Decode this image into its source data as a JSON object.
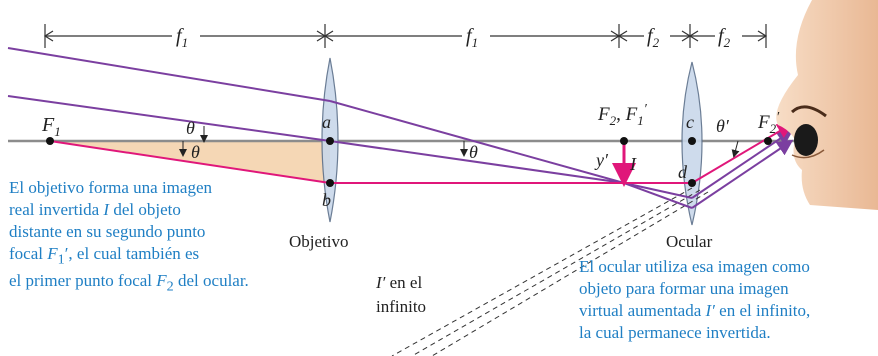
{
  "labels": {
    "f1_left": "f",
    "f1_left_sub": "1",
    "f1_mid": "f",
    "f1_mid_sub": "1",
    "f2_a": "f",
    "f2_a_sub": "2",
    "f2_b": "f",
    "f2_b_sub": "2",
    "F1": "F",
    "F1_sub": "1",
    "F2F1p": "F",
    "F2F1p_sub": "2",
    "F2F1p_sep": ", ",
    "F2F1p_second": "F",
    "F2F1p_second_sub": "1",
    "F2F1p_prime": "′",
    "F2p": "F",
    "F2p_sub": "2",
    "F2p_prime": "′",
    "theta_top": "θ",
    "theta_bottom": "θ",
    "theta_mid": "θ",
    "theta_prime": "θ′",
    "a": "a",
    "b": "b",
    "c": "c",
    "d": "d",
    "y_prime": "y′",
    "I": "I",
    "objective": "Objetivo",
    "ocular": "Ocular",
    "I_prime": "I′",
    "en_el": " en el",
    "infinito": "infinito"
  },
  "notes": {
    "objective_l1": "El objetivo forma una imagen",
    "objective_l2_a": "real invertida ",
    "objective_l2_I": "I",
    "objective_l2_b": " del objeto",
    "objective_l3": "distante en su segundo punto",
    "objective_l4_a": "focal ",
    "objective_l4_F": "F",
    "objective_l4_sub": "1",
    "objective_l4_b": "′, el cual también es",
    "objective_l5_a": "el primer punto focal ",
    "objective_l5_F": "F",
    "objective_l5_sub": "2",
    "objective_l5_b": " del ocular.",
    "ocular_l1": "El ocular utiliza esa imagen como",
    "ocular_l2": "objeto para formar una imagen",
    "ocular_l3_a": "virtual aumentada ",
    "ocular_l3_I": "I′",
    "ocular_l3_b": " en el infinito,",
    "ocular_l4": "la cual permanece invertida."
  },
  "colors": {
    "purple_ray": "#7b3fa0",
    "magenta_ray": "#e0177a",
    "axis": "#808080",
    "lens_fill": "#c9d8ea",
    "lens_stroke": "#5b6f8a",
    "shade": "#f5d7b5",
    "note_text": "#1f7fc4"
  }
}
